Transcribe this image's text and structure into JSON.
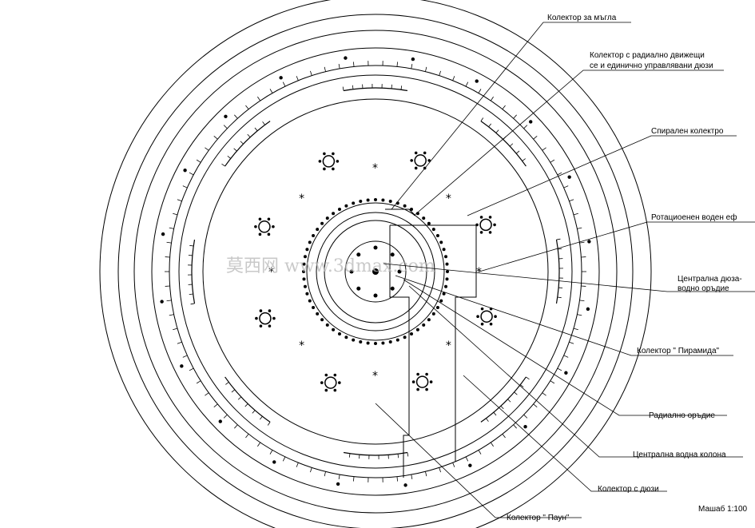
{
  "labels": {
    "mist_collector": "Колектор за мъгла",
    "radial_nozzles_1": "Колектор с радиално движещи",
    "radial_nozzles_2": "се и единично управлявани дюзи",
    "spiral_collector": "Спирален колектро",
    "rotational_effect": "Ротациоенен воден еф",
    "central_nozzle_1": "Централна дюза-",
    "central_nozzle_2": "водно оръдие",
    "pyramid_collector": "Колектор \" Пирамида\"",
    "radial_gun": "Радиално оръдие",
    "central_column": "Централна водна колона",
    "nozzle_collector": "Колектор с дюзи",
    "peacock_collector": "Колектор \" Паун\"",
    "scale": "Машаб 1:100"
  },
  "watermark": "莫西网 www.3dmax.com",
  "colors": {
    "line": "#000000",
    "background": "#ffffff",
    "watermark": "#b8b8b8"
  }
}
